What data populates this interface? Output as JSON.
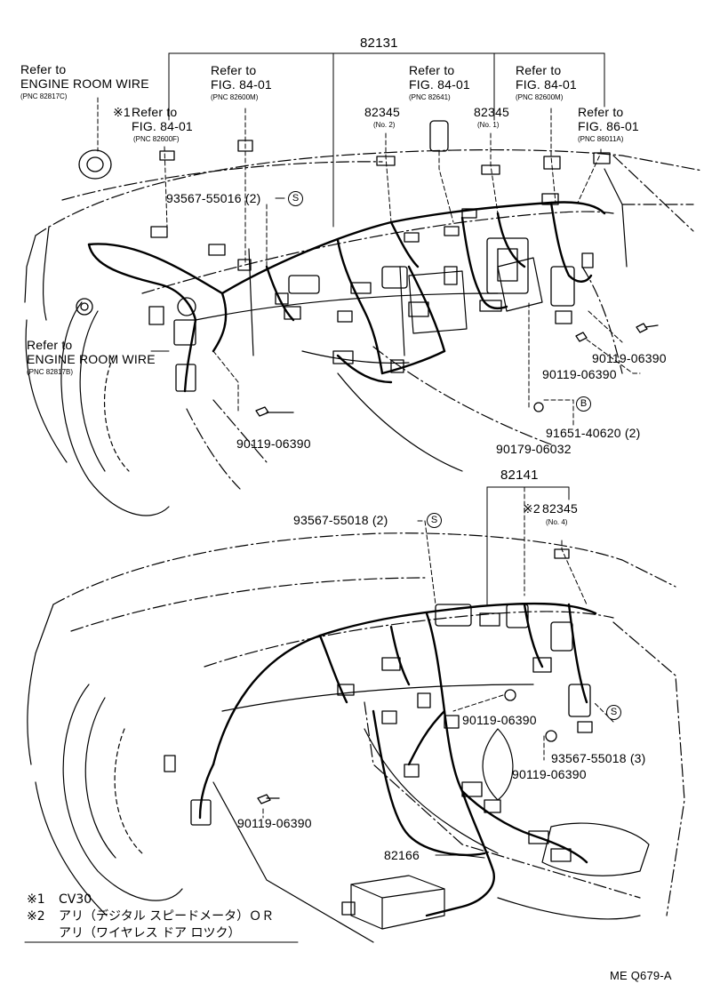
{
  "top": {
    "assembly": "82131",
    "refer_engine_1": {
      "line1": "Refer to",
      "line2": "ENGINE ROOM WIRE",
      "pnc": "(PNC 82817C)"
    },
    "refer_fig_a": {
      "line1": "Refer to",
      "line2": "FIG. 84-01",
      "pnc": "(PNC 82600M)"
    },
    "refer_fig_b": {
      "mark": "※1",
      "line1": "Refer to",
      "line2": "FIG. 84-01",
      "pnc": "(PNC 82600F)"
    },
    "refer_fig_c": {
      "line1": "Refer to",
      "line2": "FIG. 84-01",
      "pnc": "(PNC 82641)"
    },
    "refer_fig_d": {
      "line1": "Refer to",
      "line2": "FIG. 84-01",
      "pnc": "(PNC 82600M)"
    },
    "refer_fig_e": {
      "line1": "Refer to",
      "line2": "FIG. 86-01",
      "pnc": "(PNC 86011A)"
    },
    "relay_no2": {
      "part": "82345",
      "sub": "(No. 2)"
    },
    "relay_no1": {
      "part": "82345",
      "sub": "(No. 1)"
    },
    "clamp_1": {
      "part": "93567-55016 (2)",
      "symbol": "S"
    },
    "refer_engine_2": {
      "line1": "Refer to",
      "line2": "ENGINE ROOM WIRE",
      "pnc": "(PNC 82817B)"
    },
    "bolt_1": "90119-06390",
    "bolt_2": "90119-06390",
    "bolt_3": "90119-06390",
    "nut": {
      "part": "91651-40620 (2)",
      "symbol": "B"
    },
    "nut_2": "90179-06032"
  },
  "bottom": {
    "assembly": "82141",
    "clamp_1": {
      "part": "93567-55018 (2)",
      "symbol": "S"
    },
    "relay_no4": {
      "mark": "※2",
      "part": "82345",
      "sub": "(No. 4)"
    },
    "bolt_1": "90119-06390",
    "bolt_2": "90119-06390",
    "bolt_3": "90119-06390",
    "clamp_2": {
      "part": "93567-55018 (3)",
      "symbol": "S"
    },
    "wire": "82166"
  },
  "notes": {
    "n1_mark": "※1",
    "n1_text": "CV30",
    "n2_mark": "※2",
    "n2_line1": "アリ（デジタル スピードメータ）ＯＲ",
    "n2_line2": "アリ（ワイヤレス ドア ロツク）"
  },
  "figure_code": "ME Q679-A"
}
